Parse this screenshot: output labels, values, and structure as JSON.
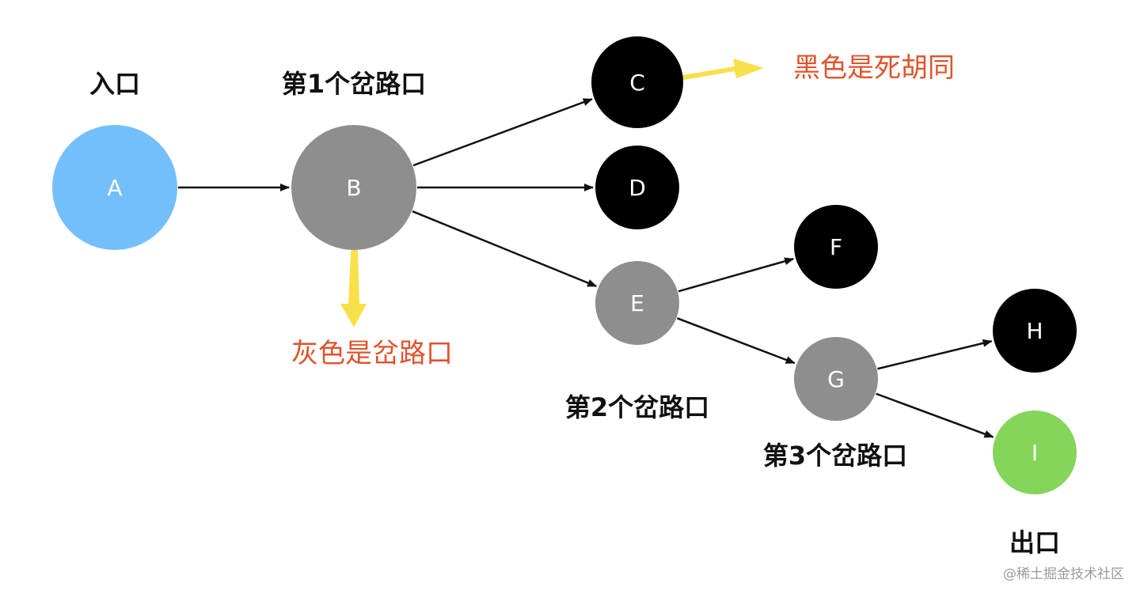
{
  "colors": {
    "entry": "#74BFFA",
    "fork": "#8E8E8E",
    "dead_end": "#000000",
    "exit": "#85D55A",
    "edge": "#111111",
    "pointer": "#F7E04A",
    "note": "#E0532D",
    "node_text": "#FFFFFF"
  },
  "nodes": [
    {
      "id": "A",
      "label": "A",
      "role": "entry"
    },
    {
      "id": "B",
      "label": "B",
      "role": "fork"
    },
    {
      "id": "C",
      "label": "C",
      "role": "dead_end"
    },
    {
      "id": "D",
      "label": "D",
      "role": "dead_end"
    },
    {
      "id": "E",
      "label": "E",
      "role": "fork"
    },
    {
      "id": "F",
      "label": "F",
      "role": "dead_end"
    },
    {
      "id": "G",
      "label": "G",
      "role": "fork"
    },
    {
      "id": "H",
      "label": "H",
      "role": "dead_end"
    },
    {
      "id": "I",
      "label": "I",
      "role": "exit"
    }
  ],
  "edges": [
    {
      "from": "A",
      "to": "B"
    },
    {
      "from": "B",
      "to": "C"
    },
    {
      "from": "B",
      "to": "D"
    },
    {
      "from": "B",
      "to": "E"
    },
    {
      "from": "E",
      "to": "F"
    },
    {
      "from": "E",
      "to": "G"
    },
    {
      "from": "G",
      "to": "H"
    },
    {
      "from": "G",
      "to": "I"
    }
  ],
  "labels": {
    "entry": "入口",
    "fork_1": "第1个岔路口",
    "fork_2": "第2个岔路口",
    "fork_3": "第3个岔路口",
    "exit": "出口"
  },
  "notes": {
    "dead_end": "黑色是死胡同",
    "fork": "灰色是岔路口"
  },
  "watermark": "@稀土掘金技术社区"
}
